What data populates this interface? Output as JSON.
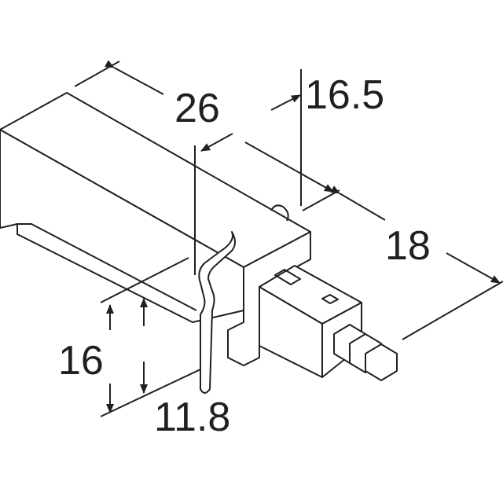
{
  "dimensions": {
    "length": "26",
    "plunger_offset": "16.5",
    "plunger_length": "18",
    "height": "16",
    "bracket_height": "11.8"
  }
}
